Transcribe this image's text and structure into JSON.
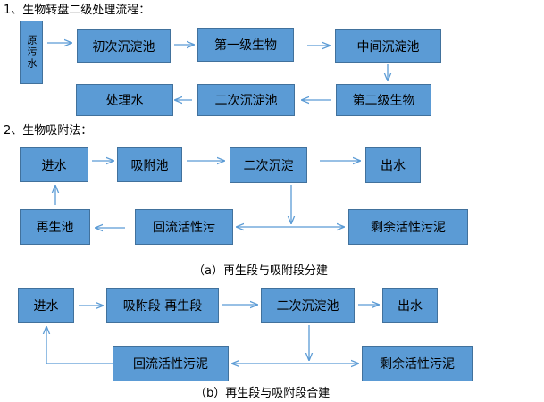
{
  "section1": {
    "heading": "1、生物转盘二级处理流程：",
    "nodes": {
      "raw": "原污水",
      "primary": "初次沉淀池",
      "bio1": "第一级生物",
      "mid": "中间沉淀池",
      "bio2": "第二级生物",
      "secondary": "二次沉淀池",
      "treated": "处理水"
    }
  },
  "section2": {
    "heading": "2、生物吸附法：",
    "a": {
      "caption": "（a）再生段与吸附段分建",
      "nodes": {
        "inflow": "进水",
        "adsorb": "吸附池",
        "settle": "二次沉淀",
        "outflow": "出水",
        "regen": "再生池",
        "return": "回流活性污",
        "excess": "剩余活性污泥"
      }
    },
    "b": {
      "caption": "（b）再生段与吸附段合建",
      "nodes": {
        "inflow": "进水",
        "combined": "吸附段  再生段",
        "settle": "二次沉淀池",
        "outflow": "出水",
        "return": "回流活性污泥",
        "excess": "剩余活性污泥"
      }
    }
  }
}
